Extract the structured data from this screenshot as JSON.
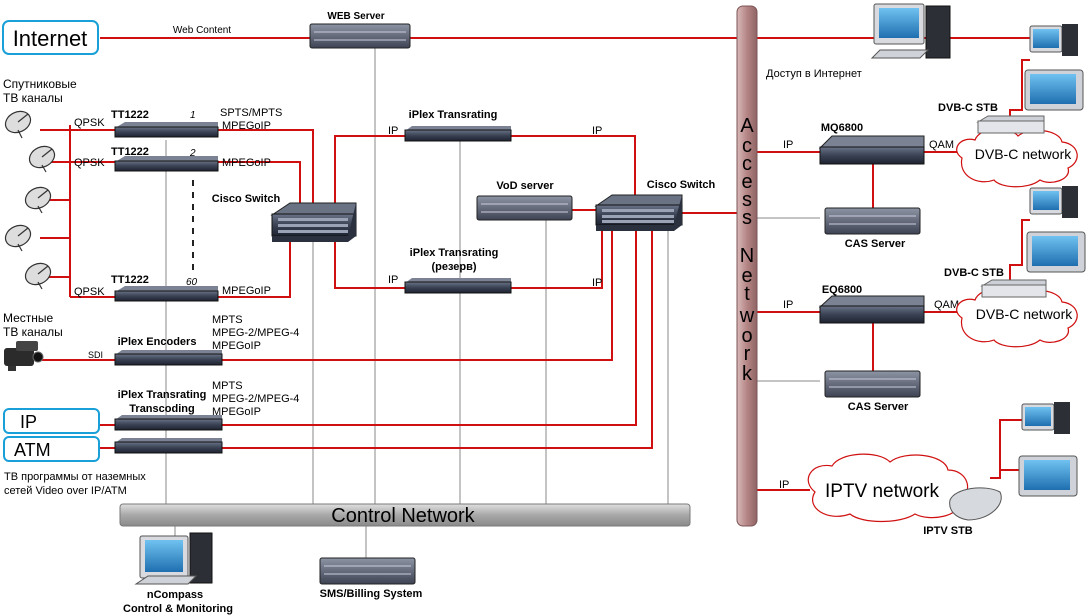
{
  "labels": {
    "internet": "Internet",
    "web_content": "Web Content",
    "web_server": "WEB Server",
    "sat_channels_1": "Спутниковые",
    "sat_channels_2": "ТВ каналы",
    "qpsk": "QPSK",
    "tt1222": "TT1222",
    "tt_num_1": "1",
    "tt_num_2": "2",
    "tt_num_60": "60",
    "spts_mpts": "SPTS/MPTS",
    "mpegoip": "MPEGoIP",
    "cisco_switch": "Cisco Switch",
    "iplex_transrating": "iPlex Transrating",
    "iplex_transrating_backup": "iPlex Transrating",
    "reserve": "(резерв)",
    "ip": "IP",
    "vod_server": "VoD server",
    "local_channels_1": "Местные",
    "local_channels_2": "ТВ каналы",
    "sdi": "SDI",
    "iplex_encoders": "iPlex Encoders",
    "mpts": "MPTS",
    "mpeg2_mpeg4": "MPEG-2/MPEG-4",
    "iplex_transcoding_1": "iPlex Transrating",
    "iplex_transcoding_2": "Transcoding",
    "ip_box": "IP",
    "atm_box": "ATM",
    "terrestrial_1": "ТВ программы от наземных",
    "terrestrial_2": "сетей Video over IP/ATM",
    "control_network": "Control Network",
    "ncompass_1": "nCompass",
    "ncompass_2": "Control & Monitoring",
    "sms_billing": "SMS/Billing System",
    "access_network": "Access Network",
    "internet_access": "Доступ в Интернет",
    "mq6800": "MQ6800",
    "eq6800": "EQ6800",
    "qam": "QAM",
    "cas_server": "CAS Server",
    "dvbc_stb": "DVB-C STB",
    "dvbc_network": "DVB-C network",
    "iptv_network": "IPTV network",
    "iptv_stb": "IPTV STB"
  },
  "colors": {
    "link_red": "#d01010",
    "control_gray": "#bcbcbc",
    "pipe_fill": "#b8b8b8",
    "access_pipe": "#c49b9b",
    "equipment": "#3c4458",
    "box_border": "#1aa0d8"
  }
}
